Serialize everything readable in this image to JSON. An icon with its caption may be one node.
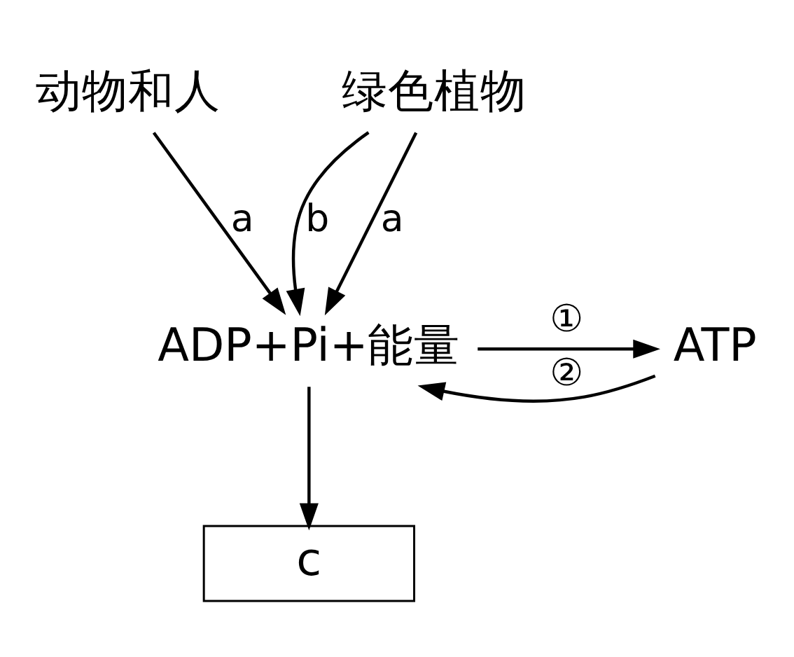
{
  "diagram": {
    "nodes": [
      {
        "text": [
          "动物和人"
        ]
      },
      {
        "text": [
          "绿色植物"
        ]
      },
      {
        "text": [
          "ADP+Pi+能量"
        ]
      },
      {
        "text": [
          "ATP"
        ]
      },
      {
        "text": [
          "c"
        ]
      }
    ],
    "edges": [
      {
        "from": 0,
        "to": 2,
        "arrow": "to",
        "label": "a"
      },
      {
        "from": 1,
        "to": 2,
        "arrow": "to",
        "label": "b"
      },
      {
        "from": 1,
        "to": 2,
        "arrow": "to",
        "label": "a"
      },
      {
        "from": 2,
        "to": 3,
        "arrow": "to",
        "label": "①"
      },
      {
        "from": 3,
        "to": 2,
        "arrow": "to",
        "label": "②"
      },
      {
        "from": 2,
        "to": 4,
        "arrow": "to"
      }
    ]
  }
}
